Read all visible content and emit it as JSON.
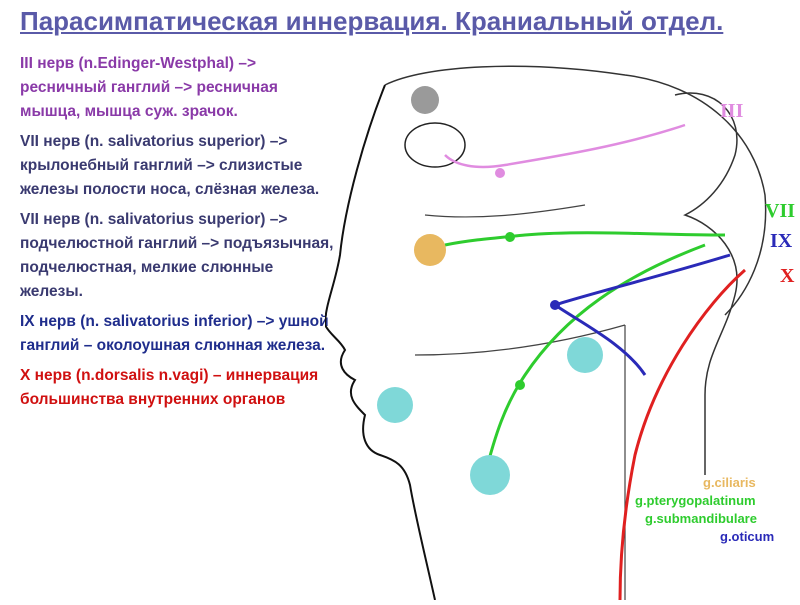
{
  "title": "Парасимпатическая иннервация. Краниальный отдел.",
  "paragraphs": {
    "iii": "III нерв (n.Edinger-Westphal) –> ресничный ганглий –> ресничная мышца, мышца суж. зрачок.",
    "vii_a": "VII нерв (n. salivatorius superior) –> крылонебный ганглий –> слизистые железы полости носа, слёзная железа.",
    "vii_b": "VII нерв (n. salivatorius superior) –> подчелюстной ганглий –> подъязычная, подчелюстная, мелкие слюнные железы.",
    "ix": "IX нерв (n. salivatorius inferior) –> ушной ганглий – околоушная слюнная железа.",
    "x": "X нерв (n.dorsalis n.vagi) – иннервация большинства внутренних органов"
  },
  "nerve_labels": {
    "iii": "III",
    "vii": "VII",
    "ix": "IX",
    "x": "X"
  },
  "ganglia_legend": [
    "g.ciliaris",
    "g.pterygopalatinum",
    "g.submandibulare",
    "g.oticum"
  ],
  "colors": {
    "title": "#5a5aa8",
    "cn_iii": "#e08ce0",
    "cn_vii": "#2ecc2e",
    "cn_ix": "#2a2ab8",
    "cn_x": "#e02020",
    "gland_orange": "#e8b860",
    "gland_cyan": "#7fd8d8"
  }
}
